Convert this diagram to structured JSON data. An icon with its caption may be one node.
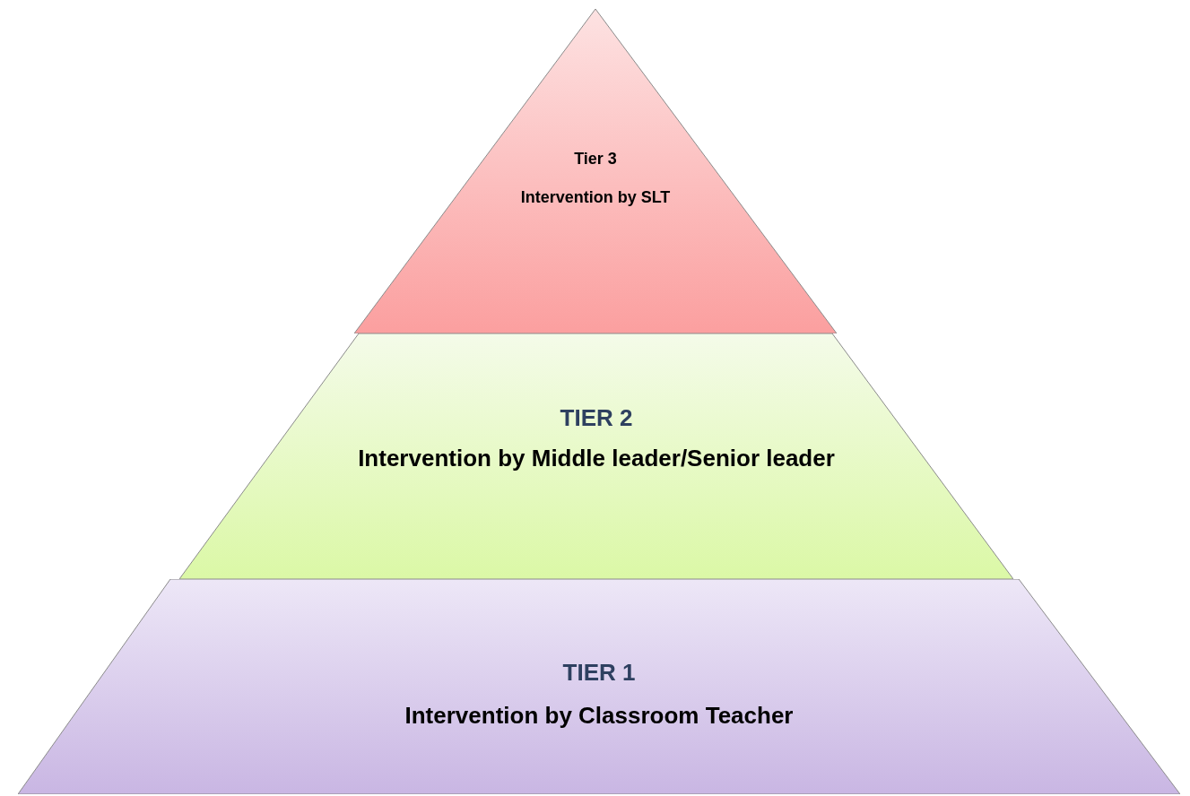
{
  "diagram": {
    "nodes": [
      {
        "text": [
          "Tier 3",
          "Intervention by SLT"
        ]
      },
      {
        "text": [
          "TIER 2",
          "Intervention by Middle leader/Senior leader"
        ]
      },
      {
        "text": [
          "TIER 1",
          "Intervention by Classroom Teacher"
        ]
      }
    ],
    "edges": []
  }
}
